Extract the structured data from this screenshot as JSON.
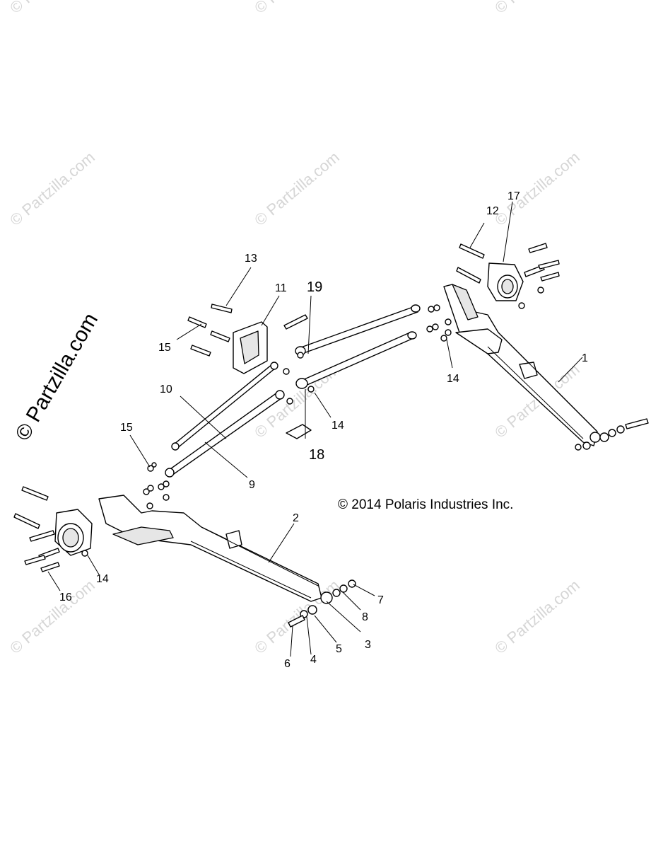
{
  "watermark": {
    "text": "© Partzilla.com",
    "side_text": "© Partzilla.com"
  },
  "copyright": "© 2014 Polaris Industries Inc.",
  "callouts": {
    "n1": "1",
    "n2": "2",
    "n3": "3",
    "n4": "4",
    "n5": "5",
    "n6": "6",
    "n7": "7",
    "n8": "8",
    "n9": "9",
    "n10": "10",
    "n11": "11",
    "n12": "12",
    "n13": "13",
    "n14a": "14",
    "n14b": "14",
    "n14c": "14",
    "n15a": "15",
    "n15b": "15",
    "n16": "16",
    "n17": "17",
    "n18": "18",
    "n19": "19"
  }
}
